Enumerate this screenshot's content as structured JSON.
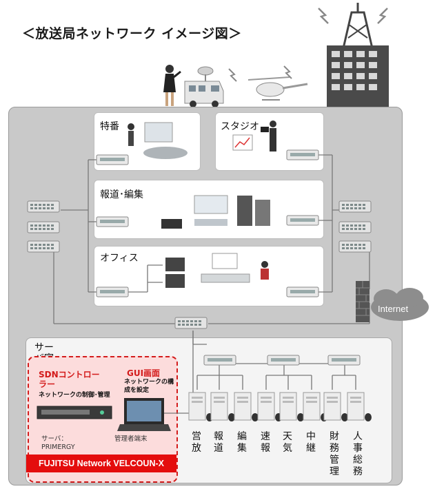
{
  "title": "＜放送局ネットワーク イメージ図＞",
  "panels": {
    "tokuban": "特番",
    "studio": "スタジオ",
    "houdou": "報道･編集",
    "office": "オフィス"
  },
  "internet": "Internet",
  "server_room": {
    "label": "サーバ室",
    "sdn_title": "SDNコントローラー",
    "sdn_desc": "ネットワークの制御･管理",
    "gui_title": "GUI画面",
    "gui_desc": "ネットワークの構成を設定",
    "server_label": "サーバ：",
    "server_model": "PRIMERGY",
    "admin_label": "管理者端末",
    "product_name": "FUJITSU Network VELCOUN-X"
  },
  "departments": [
    "営放",
    "報道",
    "編集",
    "速報",
    "天気",
    "中継",
    "財務管理",
    "人事総務"
  ],
  "colors": {
    "accent_red": "#e40d0d",
    "frame_gray": "#c9c9c9"
  }
}
